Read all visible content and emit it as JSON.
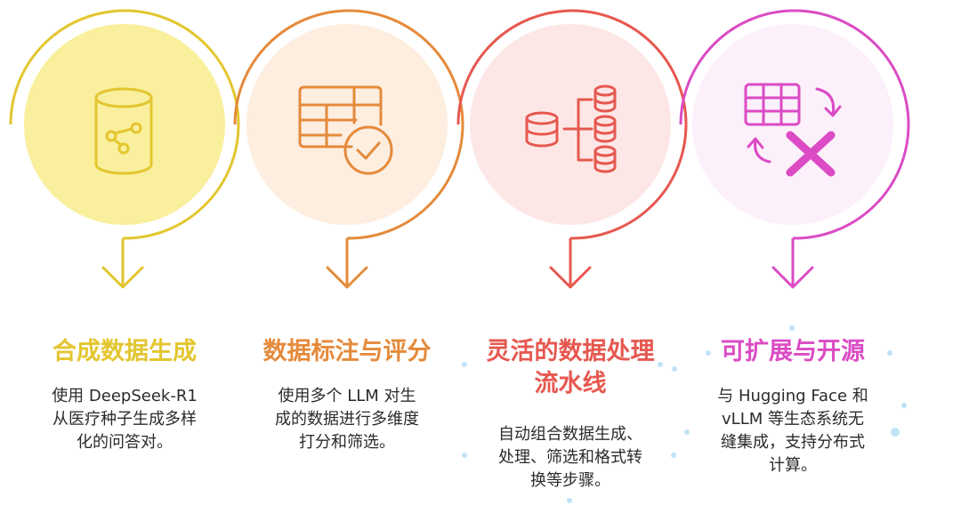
{
  "colors": {
    "yellow": "#e3c62f",
    "yellow_fill": "#f9ef9c",
    "orange": "#e58a3b",
    "orange_fill": "#fdeee0",
    "red": "#e6584f",
    "red_fill": "#fde7e6",
    "pink": "#db4bc4",
    "pink_fill": "#fcf0fb",
    "dots": "#bfe3f7"
  },
  "steps": [
    {
      "icon": "database-share-icon",
      "title": "合成数据生成",
      "desc_lines": [
        "使用 DeepSeek-R1",
        "从医疗种子生成多样",
        "化的问答对。"
      ]
    },
    {
      "icon": "table-check-icon",
      "title": "数据标注与评分",
      "desc_lines": [
        "使用多个 LLM 对生",
        "成的数据进行多维度",
        "打分和筛选。"
      ]
    },
    {
      "icon": "database-pipeline-icon",
      "title_lines": [
        "灵活的数据处理",
        "流水线"
      ],
      "desc_lines": [
        "自动组合数据生成、",
        "处理、筛选和格式转",
        "换等步骤。"
      ]
    },
    {
      "icon": "table-transform-icon",
      "title": "可扩展与开源",
      "desc_lines": [
        "与 Hugging Face 和",
        "vLLM 等生态系统无",
        "缝集成，支持分布式",
        "计算。"
      ]
    }
  ]
}
